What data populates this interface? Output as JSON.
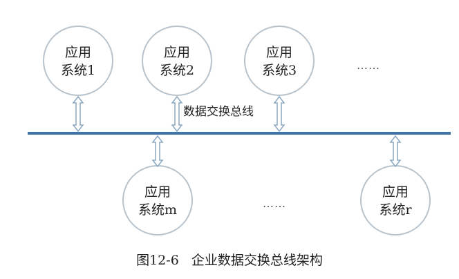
{
  "bus": {
    "label": "数据交换总线",
    "color": "#3f74a7"
  },
  "node_style": {
    "stroke": "#b9c3cc",
    "arrow": "#8aa8c2"
  },
  "top_systems": [
    {
      "line1": "应用",
      "line2": "系统1"
    },
    {
      "line1": "应用",
      "line2": "系统2"
    },
    {
      "line1": "应用",
      "line2": "系统3"
    }
  ],
  "bottom_systems": [
    {
      "line1": "应用",
      "line2": "系统m"
    },
    {
      "line1": "应用",
      "line2": "系统r"
    }
  ],
  "ellipsis": {
    "top": "……",
    "bottom": "……"
  },
  "caption": "图12-6   企业数据交换总线架构"
}
